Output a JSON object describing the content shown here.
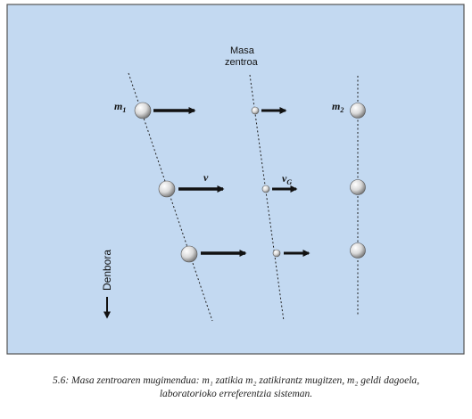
{
  "labels": {
    "masa_line1": "Masa",
    "masa_line2": "zentroa",
    "m1": "m",
    "m1_sub": "1",
    "m2": "m",
    "m2_sub": "2",
    "v": "v",
    "vG": "v",
    "vG_sub": "G",
    "denbora": "Denbora"
  },
  "caption": {
    "line1": "5.6: Masa zentroaren mugimendua: m₁ zatikia m₂ zatikirantz mugitzen, m₂ geldi dagoela,",
    "line2": "laboratorioko erreferentzia sisteman."
  },
  "colors": {
    "panel": "#c3d9f1",
    "frame": "#555555",
    "line": "#222222"
  }
}
